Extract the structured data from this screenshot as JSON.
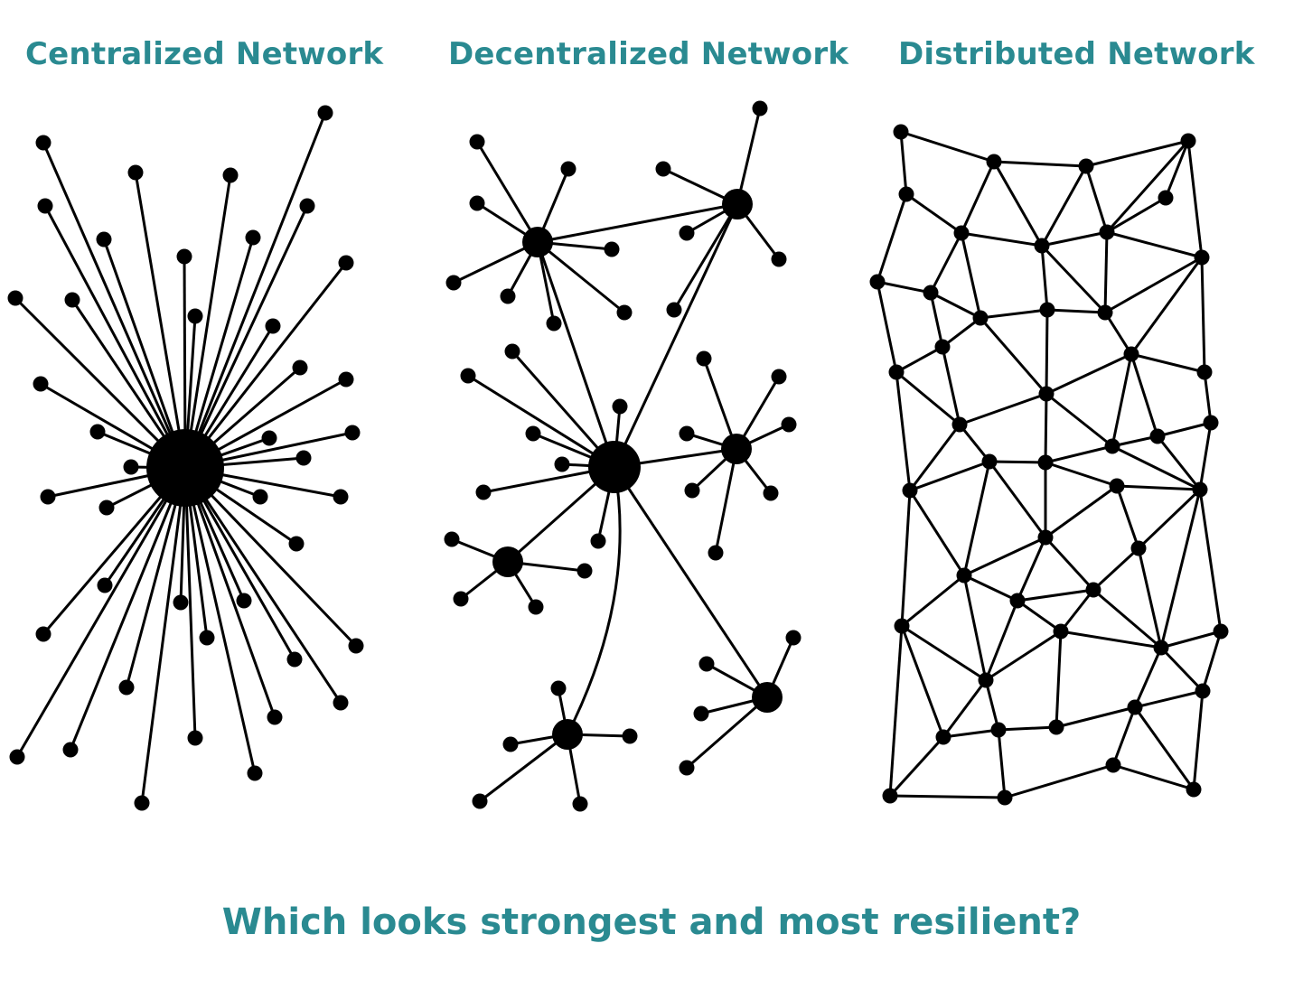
{
  "titles": {
    "centralized": "Centralized Network",
    "decentralized": "Decentralized Network",
    "distributed": "Distributed Network"
  },
  "question": "Which looks strongest and most resilient?",
  "colors": {
    "title": "#2a8a91",
    "node": "#000000",
    "edge": "#000000"
  }
}
